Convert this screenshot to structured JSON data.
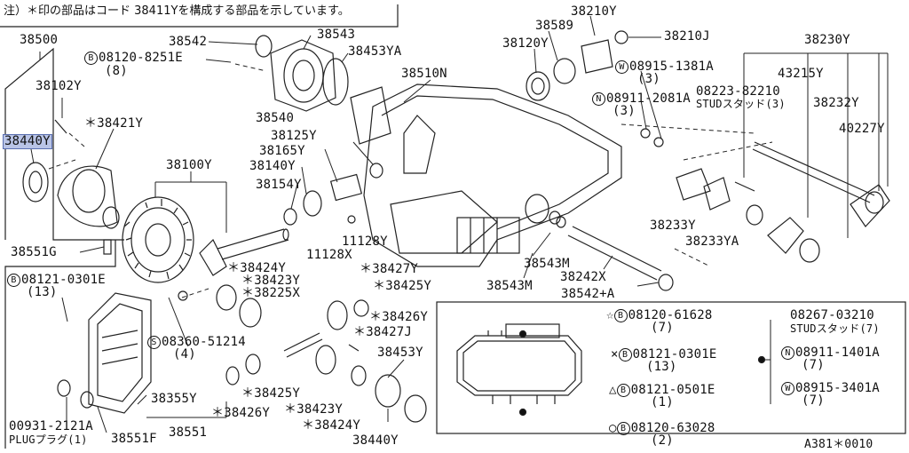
{
  "note": "注）＊印の部品はコード 38411Yを構成する部品を示しています。",
  "figure_code": "A381＊0010",
  "highlighted_part": "38440Y",
  "labels": {
    "p38500": "38500",
    "p38102Y": "38102Y",
    "p38440Y_hl": "38440Y",
    "p38421Y": "＊38421Y",
    "p38542_top": "38542",
    "p08120_8251E": "08120-8251E",
    "p08120_8251E_q": "(8)",
    "p38543_top": "38543",
    "p38453YA": "38453YA",
    "p38540": "38540",
    "p38510N": "38510N",
    "p38210Y": "38210Y",
    "p38589": "38589",
    "p38120Y": "38120Y",
    "p38210J": "38210J",
    "p08915_1381A": "08915-1381A",
    "p08915_1381A_q": "(3)",
    "p08911_2081A": "08911-2081A",
    "p08911_2081A_q": "(3)",
    "p38230Y": "38230Y",
    "p43215Y": "43215Y",
    "p08223_82210": "08223-82210",
    "p08223_sub": "STUDスタッド(3)",
    "p38232Y": "38232Y",
    "p40227Y": "40227Y",
    "p38125Y": "38125Y",
    "p38165Y": "38165Y",
    "p38140Y": "38140Y",
    "p38154Y": "38154Y",
    "p38100Y": "38100Y",
    "p11128Y": "11128Y",
    "p11128X": "11128X",
    "p38233Y": "38233Y",
    "p38233YA": "38233YA",
    "p38551G": "38551G",
    "p38543M_a": "38543M",
    "p38543M_b": "38543M",
    "p38242X": "38242X",
    "p38542A": "38542+A",
    "p08121_0301E": "08121-0301E",
    "p08121_0301E_q": "(13)",
    "p38424Y_a": "＊38424Y",
    "p38423Y_a": "＊38423Y",
    "p38225X": "＊38225X",
    "p38427Y": "＊38427Y",
    "p38425Y_a": "＊38425Y",
    "p38426Y_a": "＊38426Y",
    "p38427J": "＊38427J",
    "p08360_51214": "08360-51214",
    "p08360_51214_q": "(4)",
    "p38453Y": "38453Y",
    "p38425Y_b": "＊38425Y",
    "p38355Y": "38355Y",
    "p38426Y_b": "＊38426Y",
    "p38423Y_b": "＊38423Y",
    "p00931_2121A": "00931-2121A",
    "p00931_sub": "PLUGプラグ(1)",
    "p38551F": "38551F",
    "p38551": "38551",
    "p38424Y_b": "＊38424Y",
    "p38440Y_b": "38440Y"
  },
  "legend": {
    "b1": "08120-61628",
    "b1_q": "(7)",
    "b2": "08121-0301E",
    "b2_q": "(13)",
    "b3": "08121-0501E",
    "b3_q": "(1)",
    "b4": "08120-63028",
    "b4_q": "(2)",
    "stud": "08267-03210",
    "stud_sub": "STUDスタッド(7)",
    "n1": "08911-1401A",
    "n1_q": "(7)",
    "w1": "08915-3401A",
    "w1_q": "(7)"
  },
  "circled": {
    "B": "B",
    "W": "W",
    "N": "N",
    "S": "S"
  },
  "symbols": {
    "star": "☆",
    "cross": "×",
    "triangle": "△",
    "circle": "○",
    "dot": "●"
  }
}
